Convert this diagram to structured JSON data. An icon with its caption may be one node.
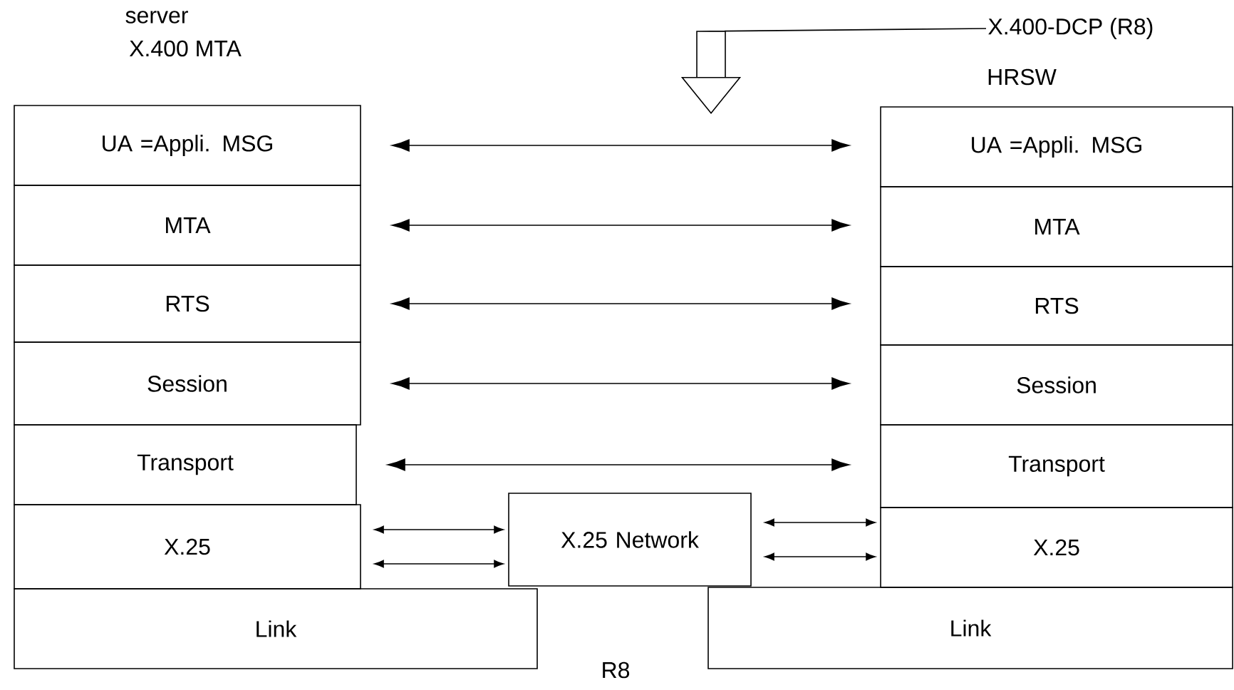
{
  "diagram": {
    "nodes": [
      {
        "text": [
          "UA =Appli. MSG"
        ]
      },
      {
        "text": [
          "MTA"
        ]
      },
      {
        "text": [
          "RTS"
        ]
      },
      {
        "text": [
          "Session"
        ]
      },
      {
        "text": [
          "Transport"
        ]
      },
      {
        "text": [
          "X.25"
        ]
      },
      {
        "text": [
          "Link"
        ]
      },
      {
        "text": [
          "X.25 Network"
        ]
      },
      {
        "text": [
          "UA =Appli. MSG"
        ]
      },
      {
        "text": [
          "MTA"
        ]
      },
      {
        "text": [
          "RTS"
        ]
      },
      {
        "text": [
          "Session"
        ]
      },
      {
        "text": [
          "Transport"
        ]
      },
      {
        "text": [
          "X.25"
        ]
      },
      {
        "text": [
          "Link"
        ]
      },
      {
        "text": [
          "X.400-DCP (R8)"
        ]
      }
    ],
    "edges": [
      {
        "from": 0,
        "to": 8,
        "arrow": "both"
      },
      {
        "from": 1,
        "to": 9,
        "arrow": "both"
      },
      {
        "from": 2,
        "to": 10,
        "arrow": "both"
      },
      {
        "from": 3,
        "to": 11,
        "arrow": "both"
      },
      {
        "from": 4,
        "to": 12,
        "arrow": "both"
      },
      {
        "from": 5,
        "to": 7,
        "arrow": "both"
      },
      {
        "from": 5,
        "to": 7,
        "arrow": "both"
      },
      {
        "from": 7,
        "to": 13,
        "arrow": "both"
      },
      {
        "from": 7,
        "to": 13,
        "arrow": "both"
      },
      {
        "from": 15,
        "to": null,
        "arrow": "to"
      }
    ],
    "labels": [
      "server",
      "X.400 MTA",
      "HRSW",
      "R8"
    ]
  }
}
